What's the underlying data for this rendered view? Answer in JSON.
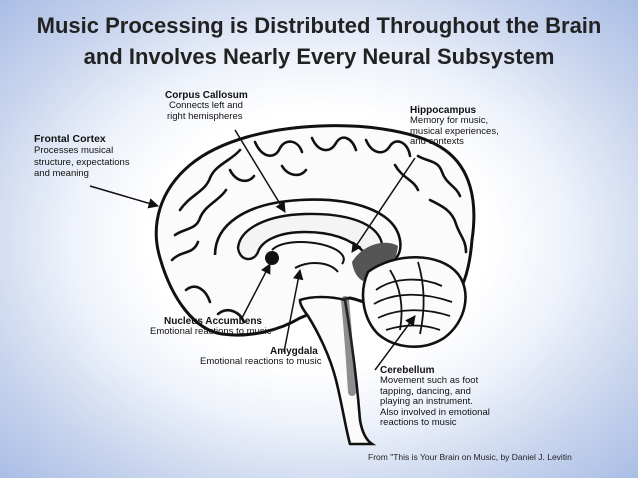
{
  "title": {
    "line1": "Music Processing is Distributed Throughout the Brain",
    "line2": "and Involves Nearly Every Neural Subsystem"
  },
  "labels": {
    "corpus_callosum": {
      "name": "Corpus Callosum",
      "desc1": "Connects left and",
      "desc2": "right hemispheres"
    },
    "hippocampus": {
      "name": "Hippocampus",
      "desc1": "Memory for music,",
      "desc2": "musical experiences,",
      "desc3": "and contexts"
    },
    "frontal_cortex": {
      "name": "Frontal  Cortex",
      "desc1": "Processes musical",
      "desc2": "structure, expectations",
      "desc3": "and meaning"
    },
    "nucleus_accumbens": {
      "name": "Nucleus Accumbens",
      "desc1": "Emotional reactions to music"
    },
    "amygdala": {
      "name": "Amygdala",
      "desc1": "Emotional reactions to music"
    },
    "cerebellum": {
      "name": "Cerebellum",
      "desc1": "Movement such as foot",
      "desc2": "tapping, dancing, and",
      "desc3": "playing an instrument.",
      "desc4": "Also involved in emotional",
      "desc5": "reactions to music"
    }
  },
  "citation": "From \"This is Your Brain on Music, by  Daniel J. Levitin"
}
